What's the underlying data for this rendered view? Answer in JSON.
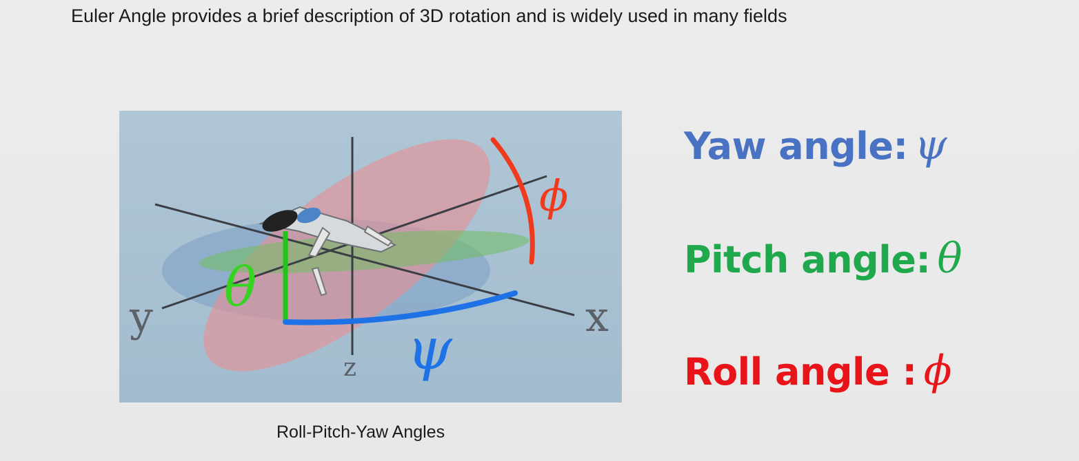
{
  "slide": {
    "headline": "Euler Angle provides a brief description of 3D rotation and is widely used in many fields",
    "figure": {
      "caption": "Roll-Pitch-Yaw Angles",
      "axis_labels": {
        "x": "x",
        "y": "y",
        "z": "z"
      },
      "angle_symbols": {
        "yaw": "ψ",
        "pitch": "θ",
        "roll": "ϕ"
      }
    },
    "labels": {
      "yaw": {
        "text": "Yaw angle:",
        "symbol": "ψ"
      },
      "pitch": {
        "text": "Pitch angle:",
        "symbol": "θ"
      },
      "roll": {
        "text": "Roll angle :",
        "symbol": "ϕ"
      }
    }
  },
  "colors": {
    "yaw": "#4a72c2",
    "pitch": "#1fa84c",
    "roll": "#e8141a",
    "figure_background": "#a9c1d3"
  }
}
